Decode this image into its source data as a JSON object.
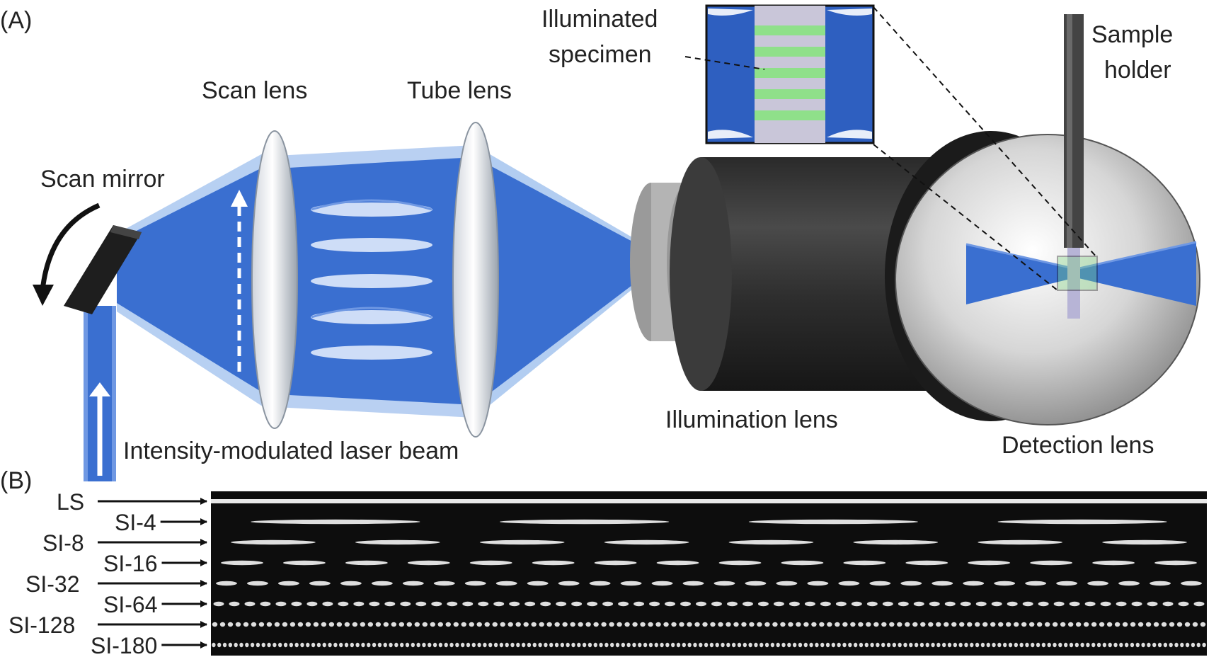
{
  "panel_a": {
    "label": "(A)",
    "labels": {
      "scan_mirror": "Scan mirror",
      "scan_lens": "Scan lens",
      "tube_lens": "Tube lens",
      "illuminated_specimen_line1": "Illuminated",
      "illuminated_specimen_line2": "specimen",
      "sample_holder_line1": "Sample",
      "sample_holder_line2": "holder",
      "illumination_lens": "Illumination lens",
      "detection_lens": "Detection lens",
      "laser_beam": "Intensity-modulated laser beam"
    }
  },
  "panel_b": {
    "label": "(B)",
    "rows": [
      {
        "label": "LS",
        "period": 0
      },
      {
        "label": "SI-4",
        "period": 4
      },
      {
        "label": "SI-8",
        "period": 8
      },
      {
        "label": "SI-16",
        "period": 16
      },
      {
        "label": "SI-32",
        "period": 32
      },
      {
        "label": "SI-64",
        "period": 64
      },
      {
        "label": "SI-128",
        "period": 128
      },
      {
        "label": "SI-180",
        "period": 180
      }
    ]
  },
  "colors": {
    "beam": "#3a6fd0",
    "beam_light": "#9fc0ee",
    "lens_dark": "#3a3a3a",
    "specimen_green": "#7fd27a",
    "stripe_panel": "#0d0d0d"
  }
}
